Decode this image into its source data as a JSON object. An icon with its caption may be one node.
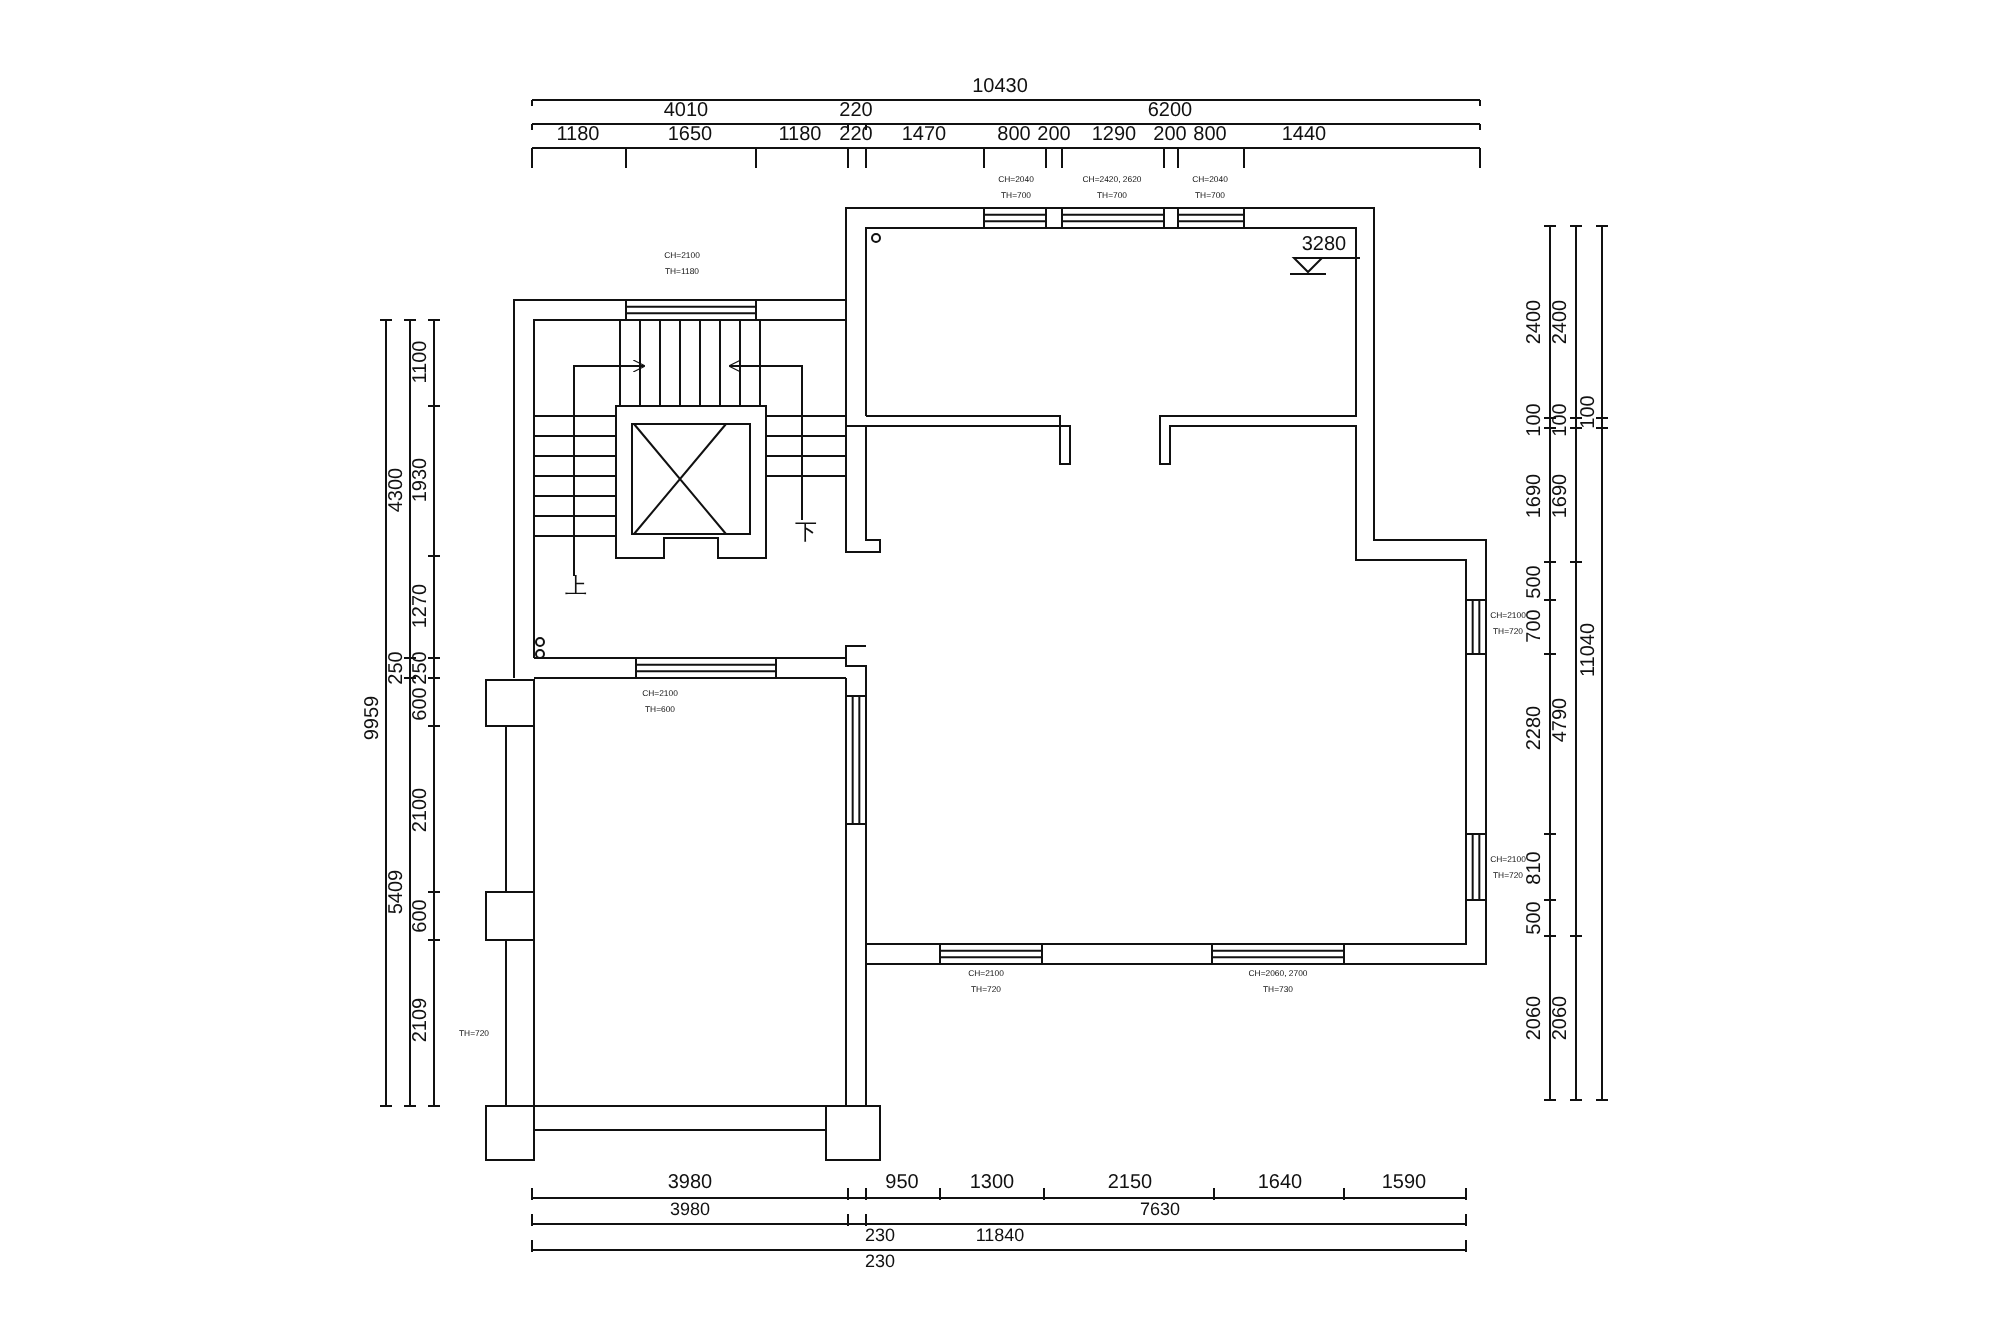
{
  "diagram": {
    "labels": [
      "10430",
      "4010",
      "220",
      "6200",
      "1180",
      "1650",
      "1180",
      "220",
      "1470",
      "800",
      "200",
      "1290",
      "200",
      "800",
      "1440",
      "CH=2040",
      "TH=700",
      "CH=2420, 2620",
      "TH=700",
      "CH=2040",
      "TH=700",
      "3280",
      "CH=2100",
      "TH=1180",
      "2400",
      "2400",
      "100",
      "100",
      "100",
      "1100",
      "4300",
      "1930",
      "1690",
      "1690",
      "下",
      "上",
      "1270",
      "500",
      "CH=2100",
      "TH=720",
      "700",
      "11040",
      "250",
      "250",
      "600",
      "CH=2100",
      "TH=600",
      "9959",
      "2280",
      "4790",
      "2100",
      "CH=2100",
      "TH=720",
      "810",
      "5409",
      "600",
      "500",
      "CH=2100",
      "TH=720",
      "CH=2060, 2700",
      "TH=730",
      "2109",
      "TH=720",
      "2060",
      "2060",
      "3980",
      "950",
      "1300",
      "2150",
      "1640",
      "1590",
      "3980",
      "230",
      "7630",
      "11840",
      "230"
    ]
  }
}
